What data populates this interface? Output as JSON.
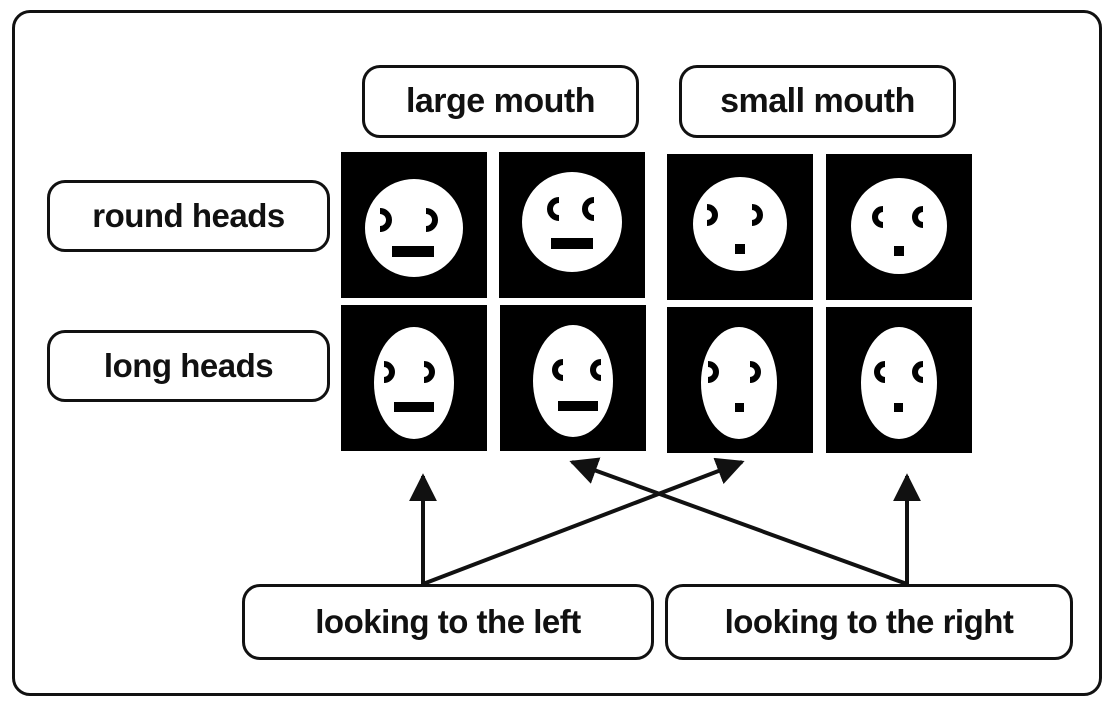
{
  "labels": {
    "large_mouth": "large mouth",
    "small_mouth": "small mouth",
    "round_heads": "round heads",
    "long_heads": "long heads",
    "looking_left": "looking to the left",
    "looking_right": "looking to the right"
  },
  "grid": {
    "rows": [
      "round heads",
      "long heads"
    ],
    "columns": [
      "large mouth / looking left",
      "large mouth / looking right",
      "small mouth / looking left",
      "small mouth / looking right"
    ]
  },
  "colors": {
    "line": "#111111",
    "cell_background": "#000000",
    "face": "#ffffff"
  }
}
